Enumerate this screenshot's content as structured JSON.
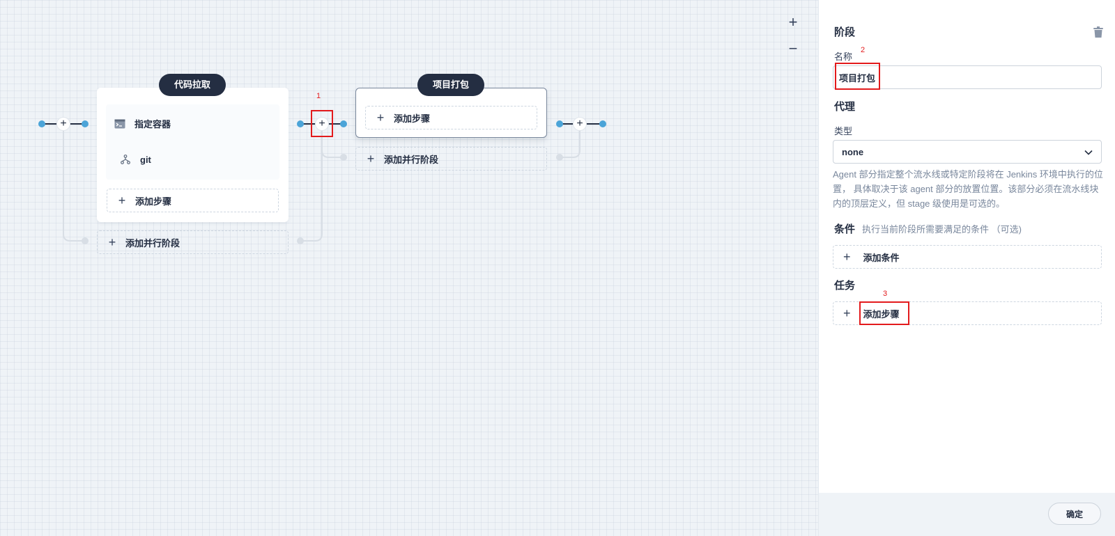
{
  "canvas": {
    "zoom_in": "+",
    "zoom_out": "−",
    "stages": [
      {
        "name": "代码拉取",
        "steps": [
          {
            "label": "指定容器",
            "icon": "terminal-icon"
          },
          {
            "label": "git",
            "icon": "git-branch-icon"
          }
        ],
        "add_step": "添加步骤",
        "add_parallel": "添加并行阶段"
      },
      {
        "name": "项目打包",
        "steps": [],
        "add_step": "添加步骤",
        "add_parallel": "添加并行阶段"
      }
    ],
    "plus": "+"
  },
  "annotations": {
    "marker_1": "1",
    "marker_2": "2",
    "marker_3": "3"
  },
  "panel": {
    "stage_title": "阶段",
    "name_label": "名称",
    "name_value": "项目打包",
    "agent_title": "代理",
    "type_label": "类型",
    "type_value": "none",
    "agent_desc": "Agent 部分指定整个流水线或特定阶段将在 Jenkins 环境中执行的位置， 具体取决于该 agent 部分的放置位置。该部分必须在流水线块内的顶层定义，但 stage 级使用是可选的。",
    "condition_title": "条件",
    "condition_hint": "执行当前阶段所需要满足的条件 （可选)",
    "add_condition": "添加条件",
    "task_title": "任务",
    "add_step": "添加步骤",
    "confirm": "确定"
  },
  "colors": {
    "dark": "#242e42",
    "accent_dot": "#4ba4d8",
    "annotation_red": "#e31a1c"
  }
}
